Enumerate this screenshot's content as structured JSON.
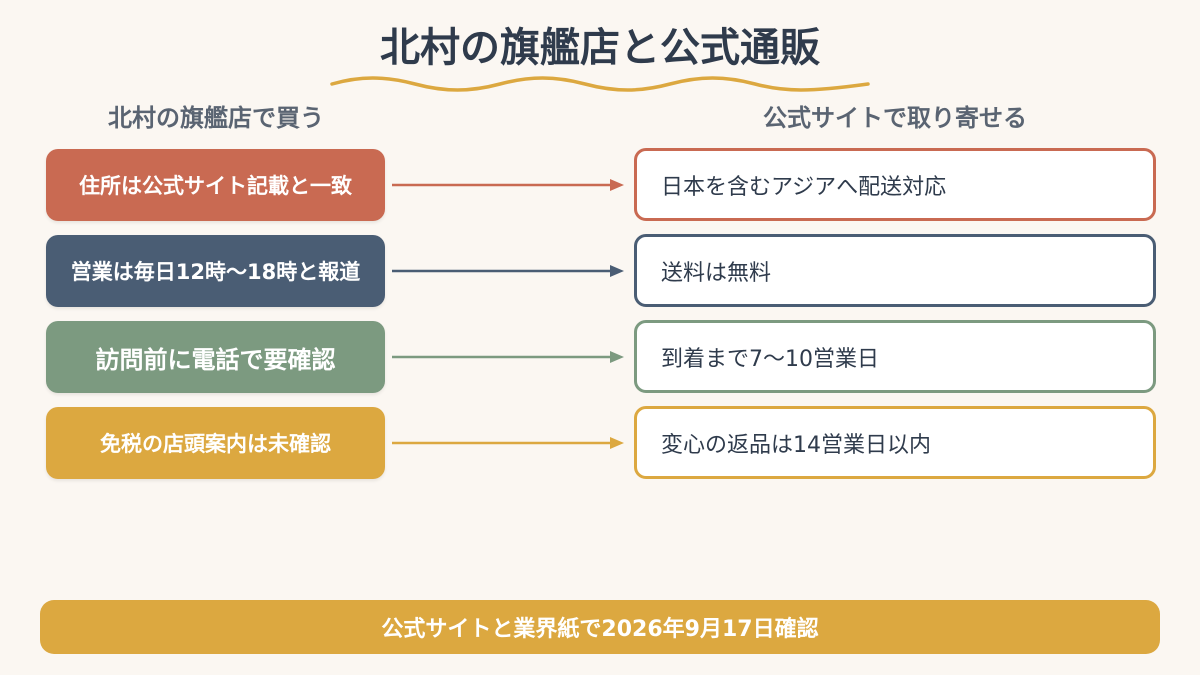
{
  "title": "北村の旗艦店と公式通販",
  "left_heading": "北村の旗艦店で買う",
  "right_heading": "公式サイトで取り寄せる",
  "rows": [
    {
      "left": "住所は公式サイト記載と一致",
      "right": "日本を含むアジアへ配送対応",
      "color": "#c96a52"
    },
    {
      "left": "営業は毎日12時〜18時と報道",
      "right": "送料は無料",
      "color": "#4a5d74"
    },
    {
      "left": "訪問前に電話で要確認",
      "right": "到着まで7〜10営業日",
      "color": "#7c9a80"
    },
    {
      "left": "免税の店頭案内は未確認",
      "right": "変心の返品は14営業日以内",
      "color": "#dca840"
    }
  ],
  "footer": "公式サイトと業界紙で2026年9月17日確認"
}
